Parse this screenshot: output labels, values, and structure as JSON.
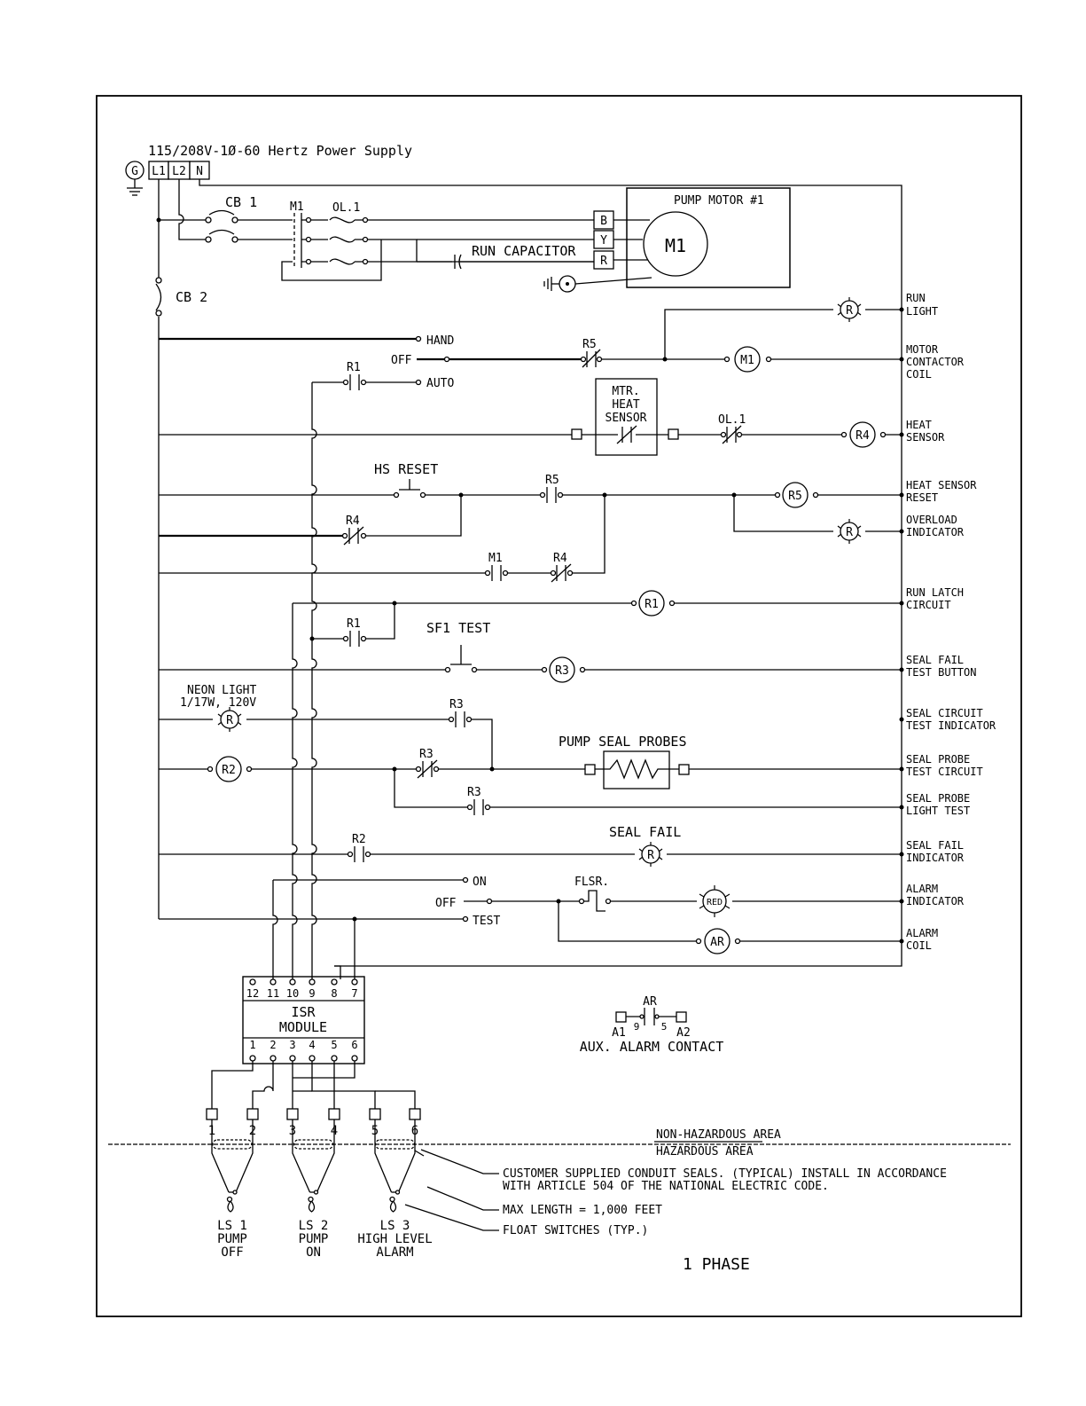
{
  "header": {
    "supply": "115/208V-1Ø-60 Hertz Power Supply"
  },
  "terminals": {
    "ground": "G",
    "l1": "L1",
    "l2": "L2",
    "n": "N"
  },
  "breakers": {
    "cb1": "CB 1",
    "cb2": "CB 2"
  },
  "motor": {
    "title": "PUMP MOTOR #1",
    "symbol": "M1",
    "contactor": "M1",
    "overload": "OL.1",
    "run_capacitor": "RUN CAPACITOR",
    "lead_b": "B",
    "lead_y": "Y",
    "lead_r": "R"
  },
  "selector": {
    "hand": "HAND",
    "off": "OFF",
    "auto": "AUTO"
  },
  "alarm_selector": {
    "on": "ON",
    "off": "OFF",
    "test": "TEST"
  },
  "contacts": {
    "r1": "R1",
    "r2": "R2",
    "r3": "R3",
    "r4": "R4",
    "r5": "R5",
    "m1": "M1",
    "ol1": "OL.1",
    "flsr": "FLSR."
  },
  "heat_sensor": {
    "line1": "MTR.",
    "line2": "HEAT",
    "line3": "SENSOR"
  },
  "pushbuttons": {
    "hs_reset": "HS RESET",
    "sf1_test": "SF1 TEST"
  },
  "neon": {
    "line1": "NEON LIGHT",
    "line2": "1/17W, 120V"
  },
  "coils": {
    "m1": "M1",
    "r1": "R1",
    "r2": "R2",
    "r3": "R3",
    "r4": "R4",
    "r5": "R5",
    "ar": "AR"
  },
  "lamps": {
    "r": "R",
    "red": "RED"
  },
  "probes": {
    "label": "PUMP SEAL PROBES"
  },
  "seal_fail_lamp": "SEAL FAIL",
  "right_labels": [
    {
      "l1": "RUN",
      "l2": "LIGHT",
      "l3": ""
    },
    {
      "l1": "MOTOR",
      "l2": "CONTACTOR",
      "l3": "COIL"
    },
    {
      "l1": "HEAT",
      "l2": "SENSOR",
      "l3": ""
    },
    {
      "l1": "HEAT SENSOR",
      "l2": "RESET",
      "l3": ""
    },
    {
      "l1": "OVERLOAD",
      "l2": "INDICATOR",
      "l3": ""
    },
    {
      "l1": "RUN LATCH",
      "l2": "CIRCUIT",
      "l3": ""
    },
    {
      "l1": "SEAL FAIL",
      "l2": "TEST BUTTON",
      "l3": ""
    },
    {
      "l1": "SEAL CIRCUIT",
      "l2": "TEST INDICATOR",
      "l3": ""
    },
    {
      "l1": "SEAL PROBE",
      "l2": "TEST CIRCUIT",
      "l3": ""
    },
    {
      "l1": "SEAL PROBE",
      "l2": "LIGHT TEST",
      "l3": ""
    },
    {
      "l1": "SEAL FAIL",
      "l2": "INDICATOR",
      "l3": ""
    },
    {
      "l1": "ALARM",
      "l2": "INDICATOR",
      "l3": ""
    },
    {
      "l1": "ALARM",
      "l2": "COIL",
      "l3": ""
    }
  ],
  "isr": {
    "line1": "ISR",
    "line2": "MODULE",
    "top_pins": [
      "12",
      "11",
      "10",
      "9",
      "8",
      "7"
    ],
    "bottom_pins": [
      "1",
      "2",
      "3",
      "4",
      "5",
      "6"
    ]
  },
  "field_terminals": [
    "1",
    "2",
    "3",
    "4",
    "5",
    "6"
  ],
  "aux": {
    "coil": "AR",
    "a1": "A1",
    "a2": "A2",
    "pin9": "9",
    "pin5": "5",
    "label": "AUX. ALARM CONTACT"
  },
  "areas": {
    "non_hazardous": "NON-HAZARDOUS AREA",
    "hazardous": "HAZARDOUS AREA"
  },
  "notes": {
    "seals1": "CUSTOMER SUPPLIED CONDUIT SEALS. (TYPICAL) INSTALL IN ACCORDANCE",
    "seals2": "WITH ARTICLE 504 OF THE NATIONAL ELECTRIC CODE.",
    "max_length": "MAX LENGTH = 1,000 FEET",
    "float": "FLOAT SWITCHES (TYP.)"
  },
  "float_switches": [
    {
      "l1": "LS 1",
      "l2": "PUMP",
      "l3": "OFF"
    },
    {
      "l1": "LS 2",
      "l2": "PUMP",
      "l3": "ON"
    },
    {
      "l1": "LS 3",
      "l2": "HIGH LEVEL",
      "l3": "ALARM"
    }
  ],
  "phase": "1 PHASE"
}
